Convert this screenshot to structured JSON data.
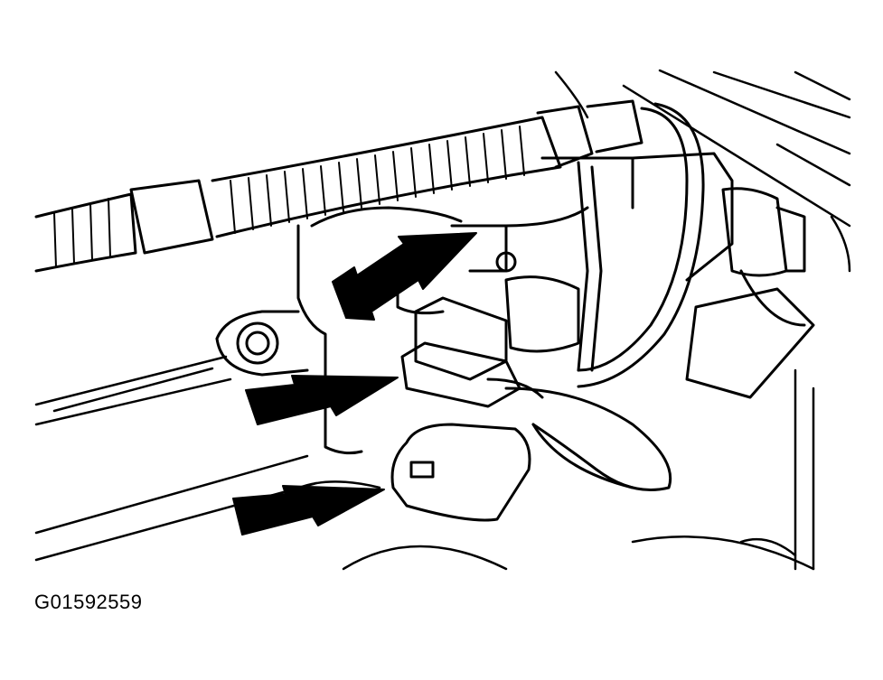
{
  "figure": {
    "code": "G01592559"
  },
  "colors": {
    "ink": "#000000",
    "paper": "#ffffff"
  },
  "callouts": [
    {
      "name": "upper-arrow"
    },
    {
      "name": "middle-arrow"
    },
    {
      "name": "lower-arrow"
    }
  ]
}
